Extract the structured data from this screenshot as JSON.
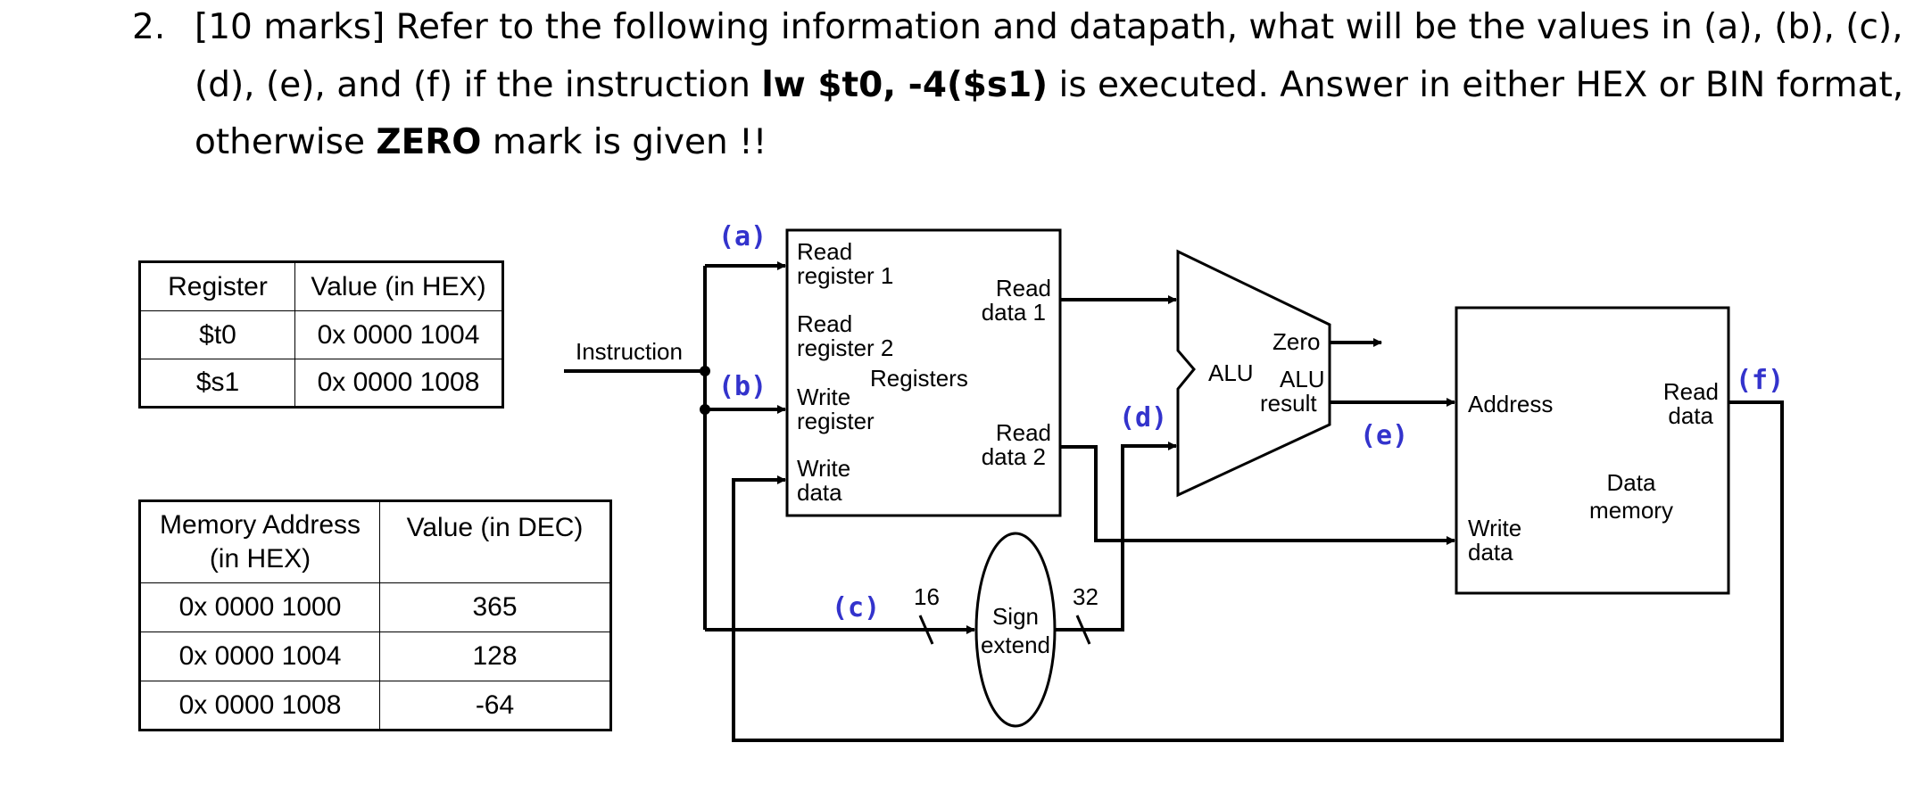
{
  "question": {
    "number": "2.",
    "line1": "[10 marks]  Refer to the following information and datapath, what will be the values in (a), (b), (c),",
    "line2_before": "(d), (e), and (f) if the instruction ",
    "line2_instruction": "lw $t0, -4($s1)",
    "line2_after": " is executed.  Answer in either HEX or BIN format,",
    "line3_before": "otherwise ",
    "line3_bold": "ZERO",
    "line3_after": " mark is given !!"
  },
  "register_table": {
    "headers": [
      "Register",
      "Value (in HEX)"
    ],
    "rows": [
      [
        "$t0",
        "0x 0000 1004"
      ],
      [
        "$s1",
        "0x 0000 1008"
      ]
    ]
  },
  "memory_table": {
    "headers": [
      "Memory Address (in HEX)",
      "Value (in DEC)"
    ],
    "rows": [
      [
        "0x 0000 1000",
        "365"
      ],
      [
        "0x 0000 1004",
        "128"
      ],
      [
        "0x 0000 1008",
        "-64"
      ]
    ]
  },
  "datapath": {
    "instruction_label": "Instruction",
    "registers": {
      "read_register_1": [
        "Read",
        "register 1"
      ],
      "read_register_2": [
        "Read",
        "register 2"
      ],
      "write_register": [
        "Write",
        "register"
      ],
      "write_data": [
        "Write",
        "data"
      ],
      "title": "Registers",
      "read_data_1": [
        "Read",
        "data 1"
      ],
      "read_data_2": [
        "Read",
        "data 2"
      ]
    },
    "alu": {
      "label": "ALU",
      "zero": "Zero",
      "result": [
        "ALU",
        "result"
      ]
    },
    "sign_extend": {
      "label": [
        "Sign",
        "extend"
      ],
      "input_bits": "16",
      "output_bits": "32"
    },
    "data_memory": {
      "address": "Address",
      "write_data": [
        "Write",
        "data"
      ],
      "read_data": [
        "Read",
        "data"
      ],
      "title": [
        "Data",
        "memory"
      ]
    },
    "marks": {
      "a": "(a)",
      "b": "(b)",
      "c": "(c)",
      "d": "(d)",
      "e": "(e)",
      "f": "(f)"
    }
  }
}
